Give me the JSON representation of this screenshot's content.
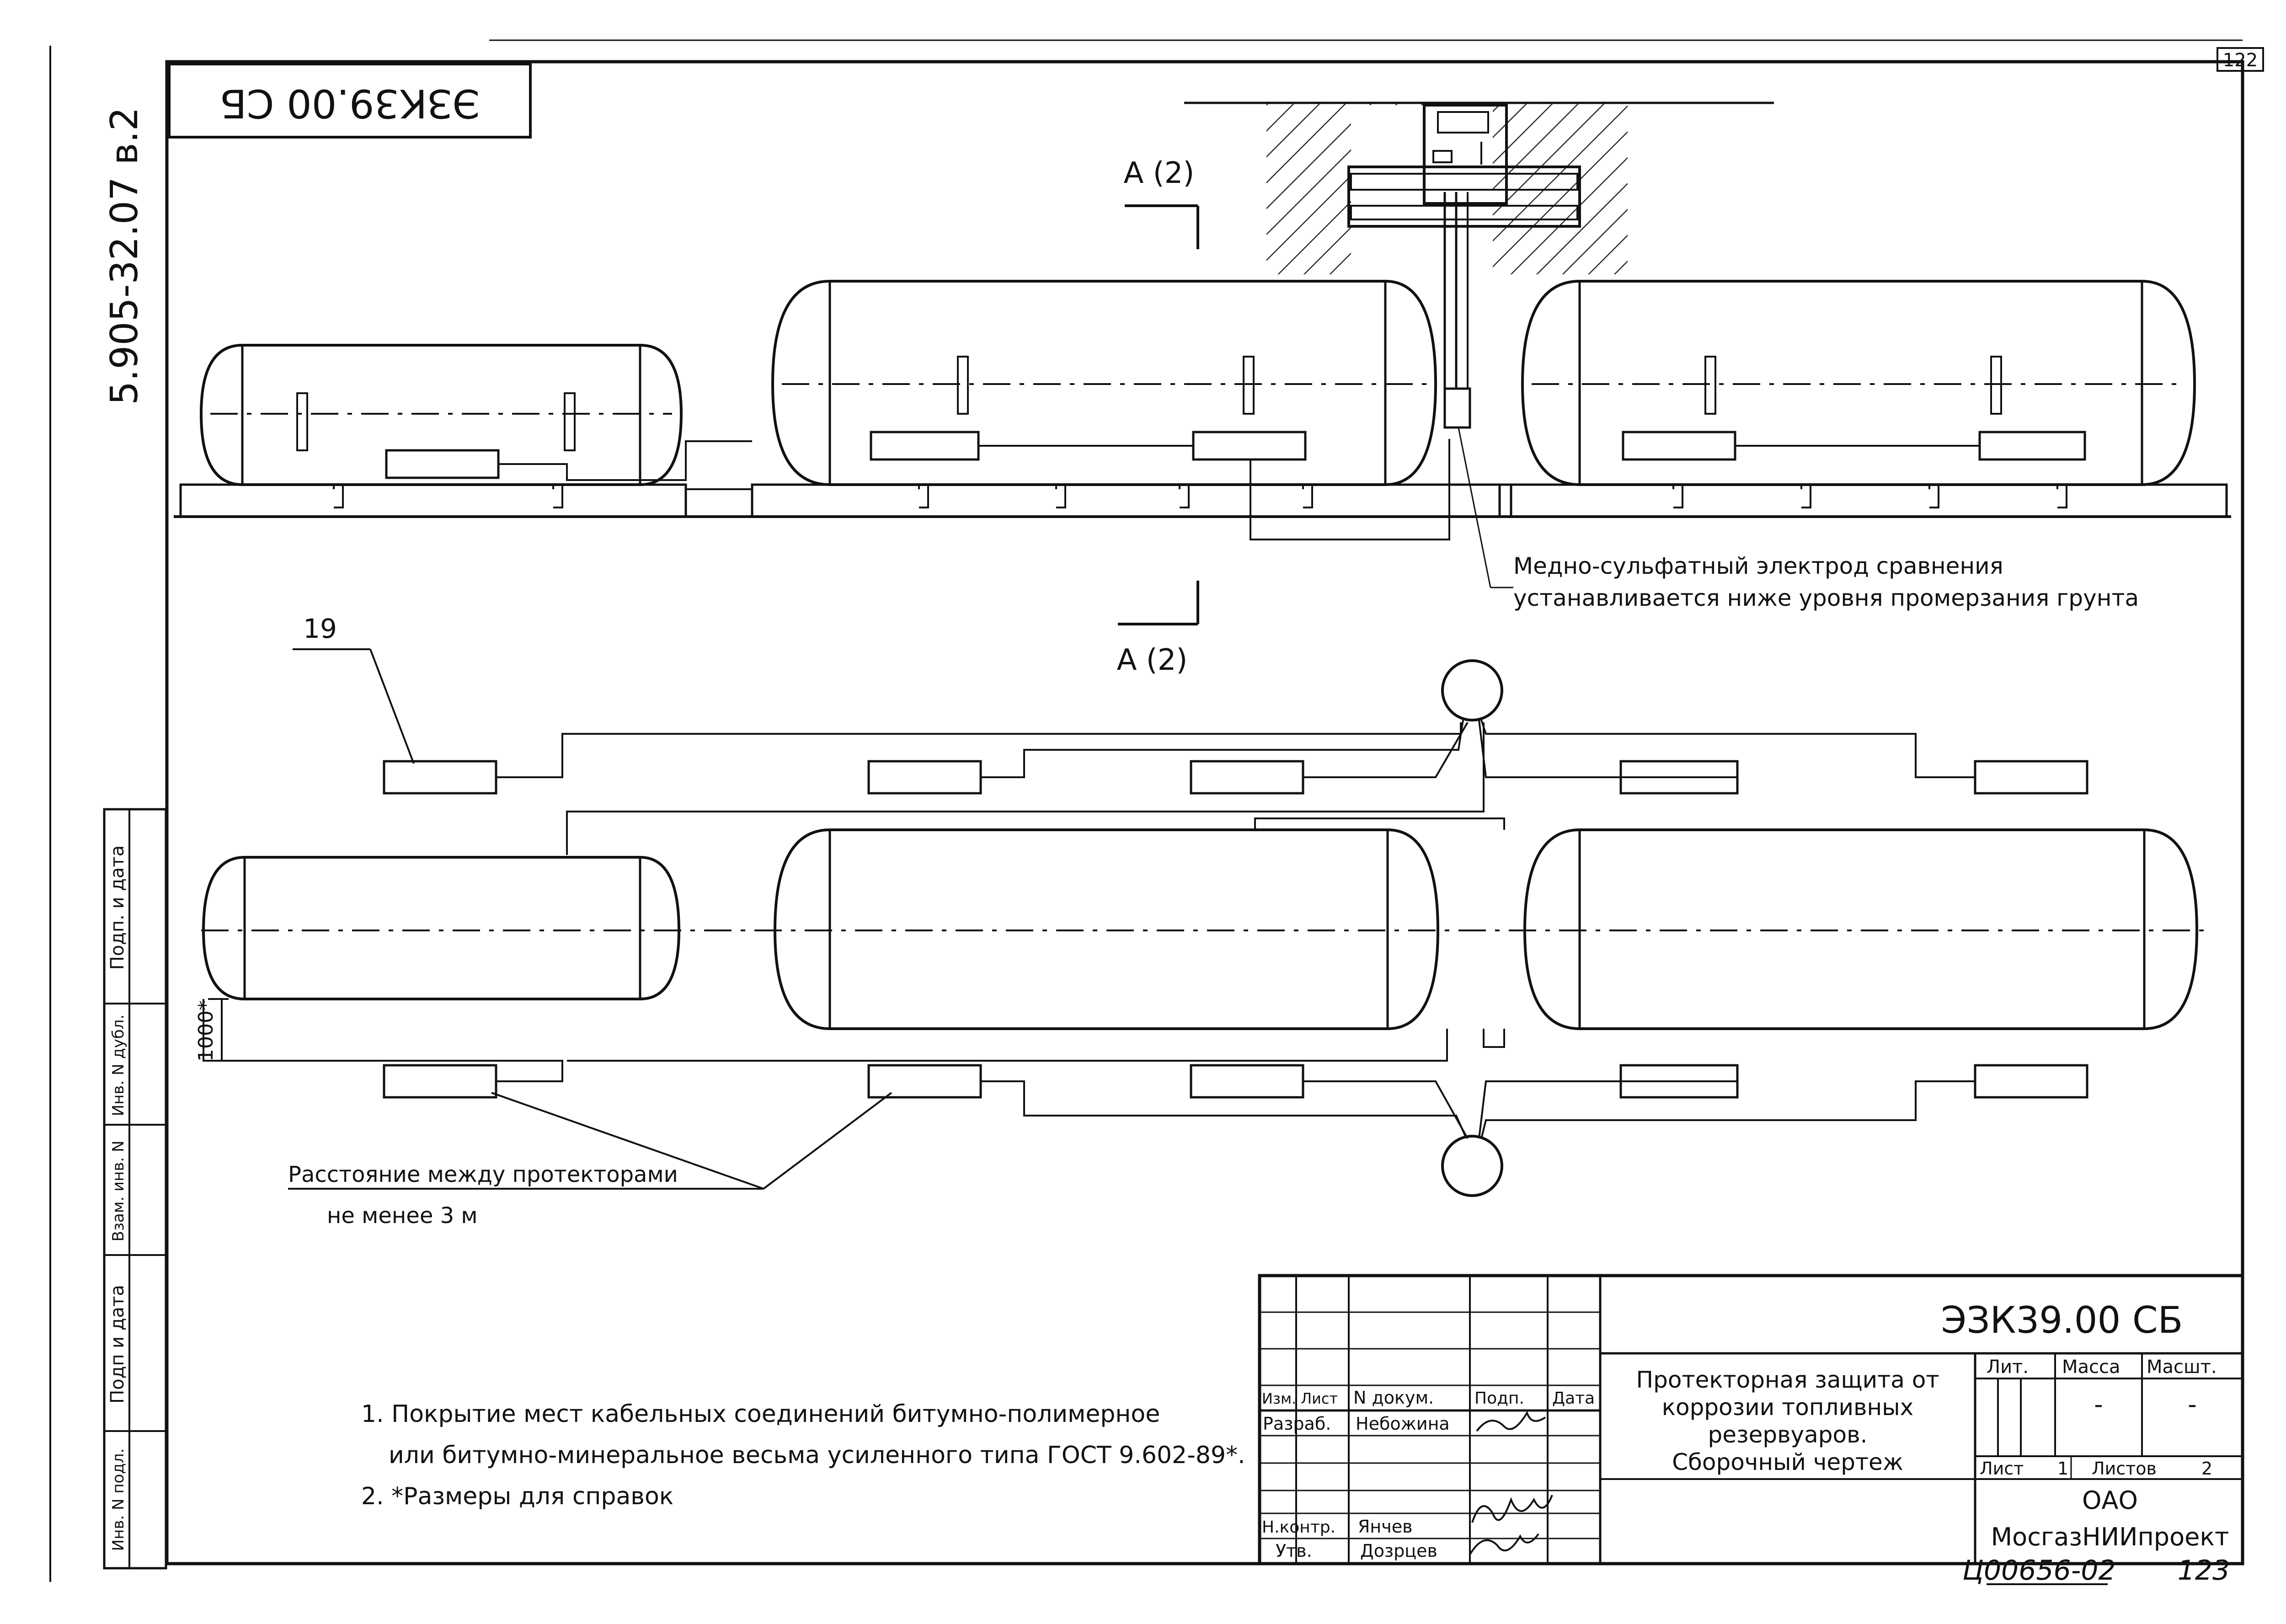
{
  "sheet": {
    "page_number_top": "122",
    "page_number_bottom": "123",
    "doc_code_rotated": "ЭЗК39.00 СБ",
    "side_code": "5.905-32.07 в.2",
    "archive_number": "Ц00656-02"
  },
  "drawing": {
    "section_label_top": "А (2)",
    "section_label_bottom": "А (2)",
    "electrode_note_line1": "Медно-сульфатный электрод сравнения",
    "electrode_note_line2": "устанавливается ниже уровня промерзания грунта",
    "position_19": "19",
    "dimension_1000": "1000*",
    "protector_note_line1": "Расстояние между протекторами",
    "protector_note_line2": "не менее 3 м"
  },
  "notes": {
    "note1_line1": "1. Покрытие мест кабельных соединений битумно-полимерное",
    "note1_line2": "или битумно-минеральное весьма усиленного типа ГОСТ 9.602-89*.",
    "note2": "2. *Размеры для справок"
  },
  "left_strip": {
    "cells": [
      "Подп. и дата",
      "Инв. N дубл.",
      "Взам. инв. N",
      "Подп и дата",
      "Инв. N подл."
    ]
  },
  "title_block": {
    "doc_code": "ЭЗК39.00 СБ",
    "title_line1": "Протекторная защита от",
    "title_line2": "коррозии топливных",
    "title_line3": "резервуаров.",
    "title_line4": "Сборочный чертеж",
    "col_izm": "Изм.",
    "col_list": "Лист",
    "col_ndokum": "N докум.",
    "col_podp": "Подп.",
    "col_data": "Дата",
    "row_razrab_label": "Разраб.",
    "row_razrab_name": "Небожина",
    "row_nkontr_label": "Н.контр.",
    "row_nkontr_name": "Янчев",
    "row_utv_label": "Утв.",
    "row_utv_name": "Дозрцев",
    "lit_label": "Лит.",
    "massa_label": "Масса",
    "masshtab_label": "Масшт.",
    "massa_value": "-",
    "masshtab_value": "-",
    "list_label": "Лист",
    "list_value": "1",
    "listov_label": "Листов",
    "listov_value": "2",
    "org_line1": "ОАО",
    "org_line2": "МосгазНИИпроект"
  }
}
